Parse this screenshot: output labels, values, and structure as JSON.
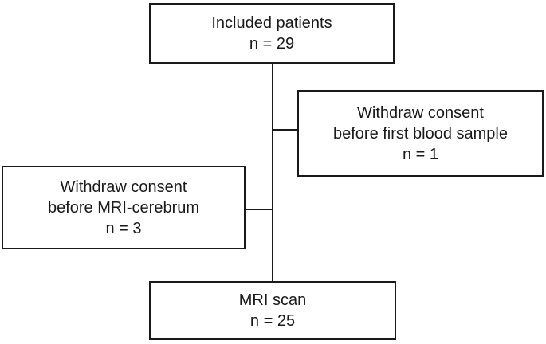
{
  "diagram": {
    "type": "flowchart",
    "colors": {
      "background": "#ffffff",
      "border": "#1a1a1a",
      "text": "#1a1a1a"
    },
    "nodes": {
      "included": {
        "lines": [
          "Included patients",
          "n = 29"
        ]
      },
      "withdraw_blood": {
        "lines": [
          "Withdraw consent",
          "before first blood sample",
          "n = 1"
        ]
      },
      "withdraw_mri": {
        "lines": [
          "Withdraw consent",
          "before MRI-cerebrum",
          "n = 3"
        ]
      },
      "mri_scan": {
        "lines": [
          "MRI scan",
          "n = 25"
        ]
      }
    },
    "edges": [
      {
        "from": "included",
        "to": "mri_scan",
        "style": "vertical-spine"
      },
      {
        "from": "spine",
        "to": "withdraw_blood",
        "style": "branch-right"
      },
      {
        "from": "spine",
        "to": "withdraw_mri",
        "style": "branch-left"
      }
    ]
  }
}
